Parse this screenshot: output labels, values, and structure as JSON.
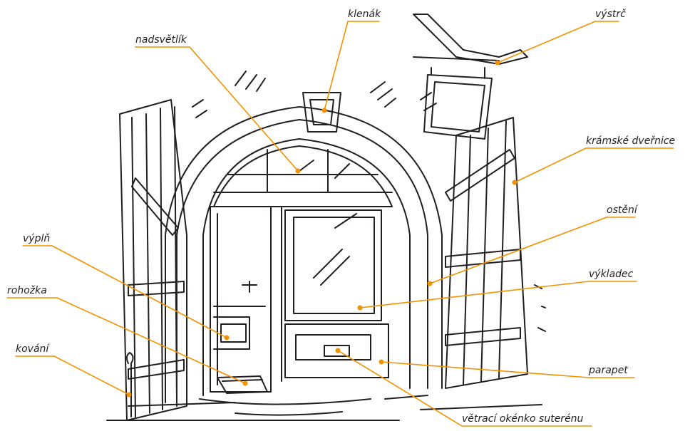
{
  "diagram": {
    "labels": {
      "klenak": "klenák",
      "vystrc": "výstrč",
      "nadsvetlik": "nadsvětlík",
      "kramske_dvernice": "krámské dveřnice",
      "osteni": "ostění",
      "vyplni": "výplň",
      "vykladec": "výkladec",
      "rohozka": "rohožka",
      "kovani": "kování",
      "parapet": "parapet",
      "vetraci_okenko": "větrací okénko suterénu"
    },
    "colors": {
      "leader": "#f39200",
      "sketch": "#231f20",
      "text": "#231f20"
    }
  }
}
